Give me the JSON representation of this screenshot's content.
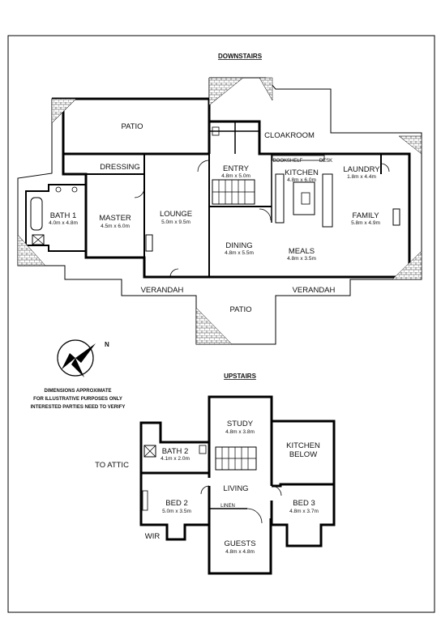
{
  "downstairs": {
    "heading": "DOWNSTAIRS",
    "rooms": {
      "patio_top": "PATIO",
      "cloakroom": "CLOAKROOM",
      "bookshelf": "BOOKSHELF",
      "desk": "DESK",
      "laundry": "LAUNDRY",
      "laundry_dim": "1.8m x 4.4m",
      "dressing": "DRESSING",
      "entry": "ENTRY",
      "entry_dim": "4.8m x 5.0m",
      "kitchen": "KITCHEN",
      "kitchen_dim": "4.8m x 6.0m",
      "bath1": "BATH 1",
      "bath1_dim": "4.0m x 4.8m",
      "master": "MASTER",
      "master_dim": "4.5m x 6.0m",
      "lounge": "LOUNGE",
      "lounge_dim": "5.0m x 9.5m",
      "family": "FAMILY",
      "family_dim": "5.8m x 4.9m",
      "dining": "DINING",
      "dining_dim": "4.8m x 5.5m",
      "meals": "MEALS",
      "meals_dim": "4.8m x 3.5m",
      "verandah_left": "VERANDAH",
      "verandah_right": "VERANDAH",
      "patio_bottom": "PATIO"
    }
  },
  "compass": {
    "label": "N"
  },
  "disclaimer": {
    "line1": "DIMENSIONS APPROXIMATE",
    "line2": "FOR ILLUSTRATIVE PURPOSES ONLY",
    "line3": "INTERESTED PARTIES NEED TO VERIFY"
  },
  "upstairs": {
    "heading": "UPSTAIRS",
    "rooms": {
      "study": "STUDY",
      "study_dim": "4.8m x 3.8m",
      "kitchen_below_1": "KITCHEN",
      "kitchen_below_2": "BELOW",
      "bath2": "BATH 2",
      "bath2_dim": "4.1m x 2.0m",
      "to_attic": "TO ATTIC",
      "living": "LIVING",
      "bed2": "BED 2",
      "bed2_dim": "5.0m x 3.5m",
      "linen": "LINEN",
      "bed3": "BED 3",
      "bed3_dim": "4.8m x 3.7m",
      "wir": "WIR",
      "guests": "GUESTS",
      "guests_dim": "4.8m x 4.8m"
    }
  }
}
